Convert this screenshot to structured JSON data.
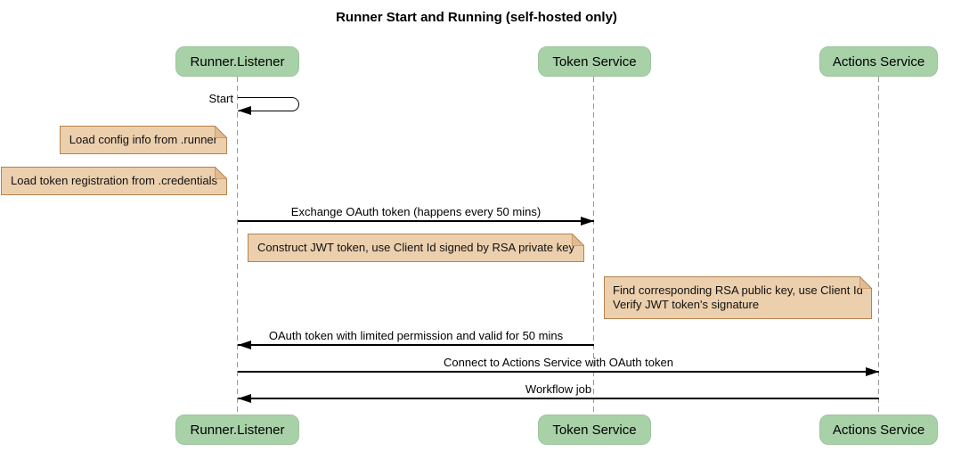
{
  "diagram": {
    "type": "sequence-diagram",
    "title": "Runner Start and Running (self-hosted only)"
  },
  "participants": [
    {
      "label": "Runner.Listener"
    },
    {
      "label": "Token Service"
    },
    {
      "label": "Actions Service"
    }
  ],
  "messages": [
    {
      "label": "Start",
      "from": "Runner.Listener",
      "to": "Runner.Listener",
      "kind": "self"
    },
    {
      "label": "Exchange OAuth token (happens every 50 mins)",
      "from": "Runner.Listener",
      "to": "Token Service",
      "kind": "solid"
    },
    {
      "label": "OAuth token with limited permission and valid for 50 mins",
      "from": "Token Service",
      "to": "Runner.Listener",
      "kind": "solid"
    },
    {
      "label": "Connect to Actions Service with OAuth token",
      "from": "Runner.Listener",
      "to": "Actions Service",
      "kind": "solid"
    },
    {
      "label": "Workflow job",
      "from": "Actions Service",
      "to": "Runner.Listener",
      "kind": "solid"
    }
  ],
  "notes": [
    {
      "text": "Load config info from .runner",
      "near": "Runner.Listener"
    },
    {
      "text": "Load token registration from .credentials",
      "near": "Runner.Listener"
    },
    {
      "text": "Construct JWT token, use Client Id signed by RSA private key",
      "near": "Token Service"
    },
    {
      "line1": "Find corresponding RSA public key, use Client Id",
      "line2": "Verify JWT token's signature",
      "near": "Actions Service"
    }
  ],
  "colors": {
    "participant_fill": "#a8d1a8",
    "note_fill": "#eccfad",
    "note_border": "#b5824f",
    "note_fold": "#e2bb91",
    "lifeline": "#999999",
    "arrow": "#000000",
    "text": "#000000",
    "background": "#ffffff"
  }
}
